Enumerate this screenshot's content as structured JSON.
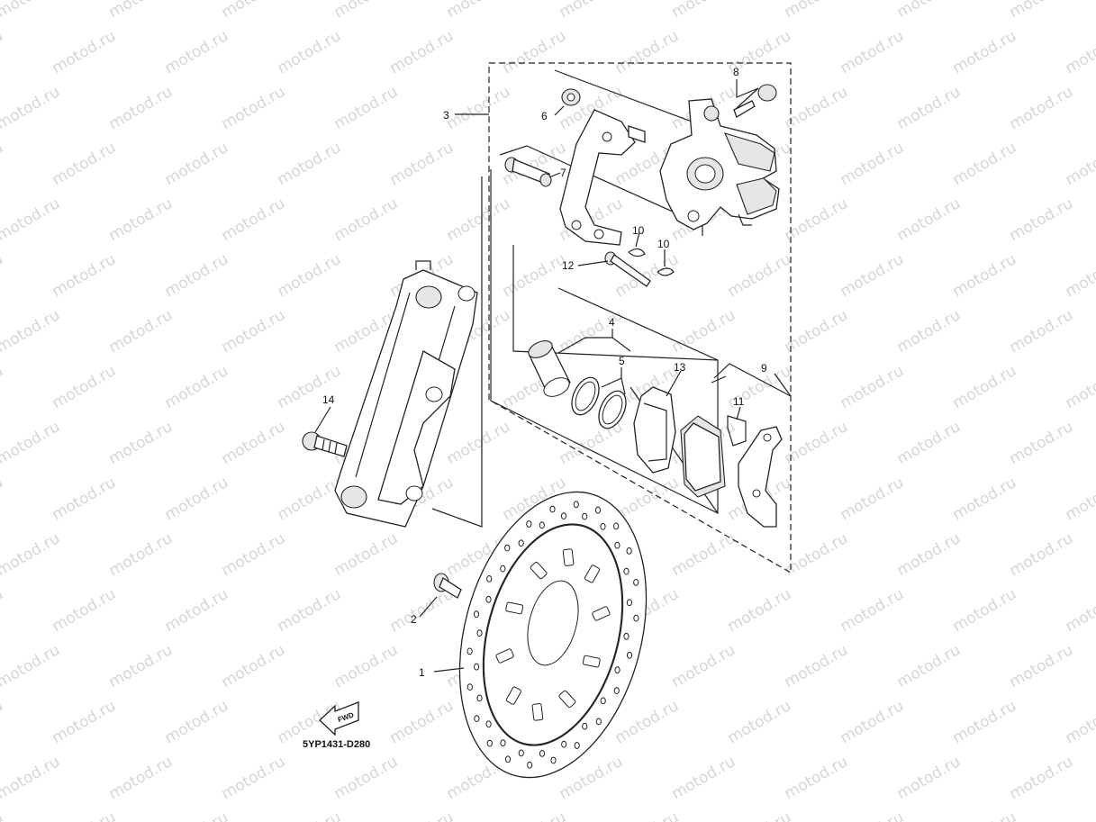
{
  "watermark": {
    "text": "motod.ru",
    "color": "#d6d6d6"
  },
  "diagram_code": "5YP1431-D280",
  "fwd_label": "FWD",
  "callouts": [
    {
      "id": "1",
      "label": "1"
    },
    {
      "id": "2",
      "label": "2"
    },
    {
      "id": "3",
      "label": "3"
    },
    {
      "id": "4",
      "label": "4"
    },
    {
      "id": "5",
      "label": "5"
    },
    {
      "id": "6",
      "label": "6"
    },
    {
      "id": "7",
      "label": "7"
    },
    {
      "id": "8",
      "label": "8"
    },
    {
      "id": "9",
      "label": "9"
    },
    {
      "id": "10a",
      "label": "10"
    },
    {
      "id": "10b",
      "label": "10"
    },
    {
      "id": "11",
      "label": "11"
    },
    {
      "id": "12",
      "label": "12"
    },
    {
      "id": "13",
      "label": "13"
    },
    {
      "id": "14",
      "label": "14"
    }
  ]
}
